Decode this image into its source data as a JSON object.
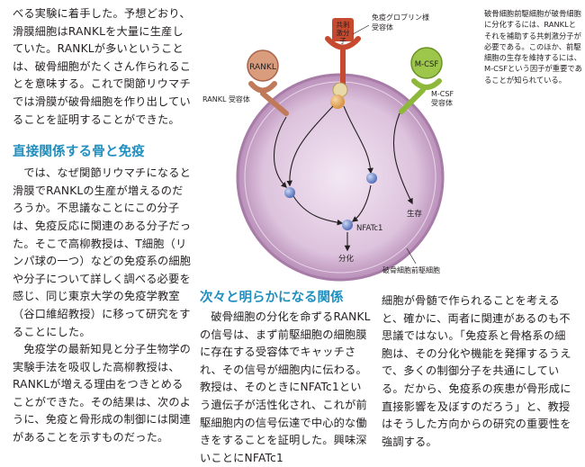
{
  "left": {
    "p1": "べる実験に着手した。予想どおり、滑膜細胞はRANKLを大量に生産していた。RANKLが多いということは、破骨細胞がたくさん作られることを意味する。これで関節リウマチでは滑膜が破骨細胞を作り出していることを証明することができた。",
    "heading": "直接関係する骨と免疫",
    "p2": "では、なぜ関節リウマチになると滑膜でRANKLの生産が増えるのだろうか。不思議なことにこの分子は、免疫反応に関連のある分子だった。そこで高柳教授は、T細胞（リンパ球の一つ）などの免疫系の細胞や分子について詳しく調べる必要を感じ、同じ東京大学の免疫学教室（谷口維紹教授）に移って研究をすることにした。",
    "p3": "免疫学の最新知見と分子生物学の実験手法を吸収した高柳教授は、RANKLが増える理由をつきとめることができた。その結果は、次のように、免疫と骨形成の制御には関連があることを示すものだった。"
  },
  "middle": {
    "heading": "次々と明らかになる関係",
    "p1": "破骨細胞の分化を命ずるRANKLの信号は、まず前駆細胞の細胞膜に存在する受容体でキャッチされ、その信号が細胞内に伝わる。教授は、そのときにNFATc1という遺伝子が活性化され、これが前駆細胞内の信号伝達で中心的な働きをすることを証明した。興味深いことにNFATc1"
  },
  "right": {
    "p1": "細胞が骨髄で作られることを考えると、確かに、両者に関連があるのも不思議ではない。「免疫系と骨格系の細胞は、その分化や機能を発揮するうえで、多くの制御分子を共通にしている。だから、免疫系の疾患が骨形成に直接影響を及ぼすのだろう」と、教授はそうした方向からの研究の重要性を強調する。"
  },
  "diagram": {
    "rankl": "RANKL",
    "rankl_receptor": "RANKL 受容体",
    "costim": [
      "共刺",
      "激分",
      "子"
    ],
    "ig_receptor": [
      "免疫グロブリン様",
      "受容体"
    ],
    "mcsf": "M-CSF",
    "mcsf_receptor": [
      "M-CSF",
      "受容体"
    ],
    "nfatc1": "NFATc1",
    "survival": "生存",
    "differentiation": "分化",
    "cell_label": "破骨細胞前駆細胞",
    "colors": {
      "rankl": "#c07a5a",
      "costim": "#c64a2f",
      "mcsf": "#8db83a",
      "cell": "#c9a4c9",
      "node": "#6b86c8"
    }
  },
  "side_note": "破骨細胞前駆細胞が破骨細胞に分化するには、RANKLとそれを補助する共刺激分子が必要である。このほか、前駆細胞の生存を維持するには、M-CSFという因子が重要であることが知られている。"
}
